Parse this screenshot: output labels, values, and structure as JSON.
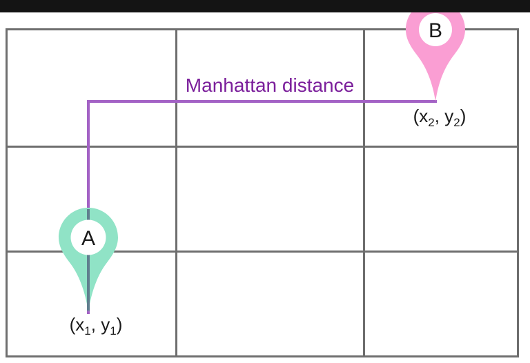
{
  "colors": {
    "bar": "#141414",
    "grid_line": "#6e6e6e",
    "path_purple": "#a362c5",
    "label_purple": "#7b1f9b",
    "pin_a_fill": "#90e3c6",
    "pin_b_fill": "#fa9ed3",
    "needle": "#607e8e",
    "letter": "#1a1a1a"
  },
  "grid": {
    "rows": 3,
    "cols": 3
  },
  "distance_label": {
    "text": "Manhattan distance"
  },
  "pin_a": {
    "letter": "A",
    "coord": {
      "open": "(x",
      "sub1": "1",
      "mid": ", y",
      "sub2": "1",
      "close": ")"
    }
  },
  "pin_b": {
    "letter": "B",
    "coord": {
      "open": "(x",
      "sub1": "2",
      "mid": ", y",
      "sub2": "2",
      "close": ")"
    }
  }
}
